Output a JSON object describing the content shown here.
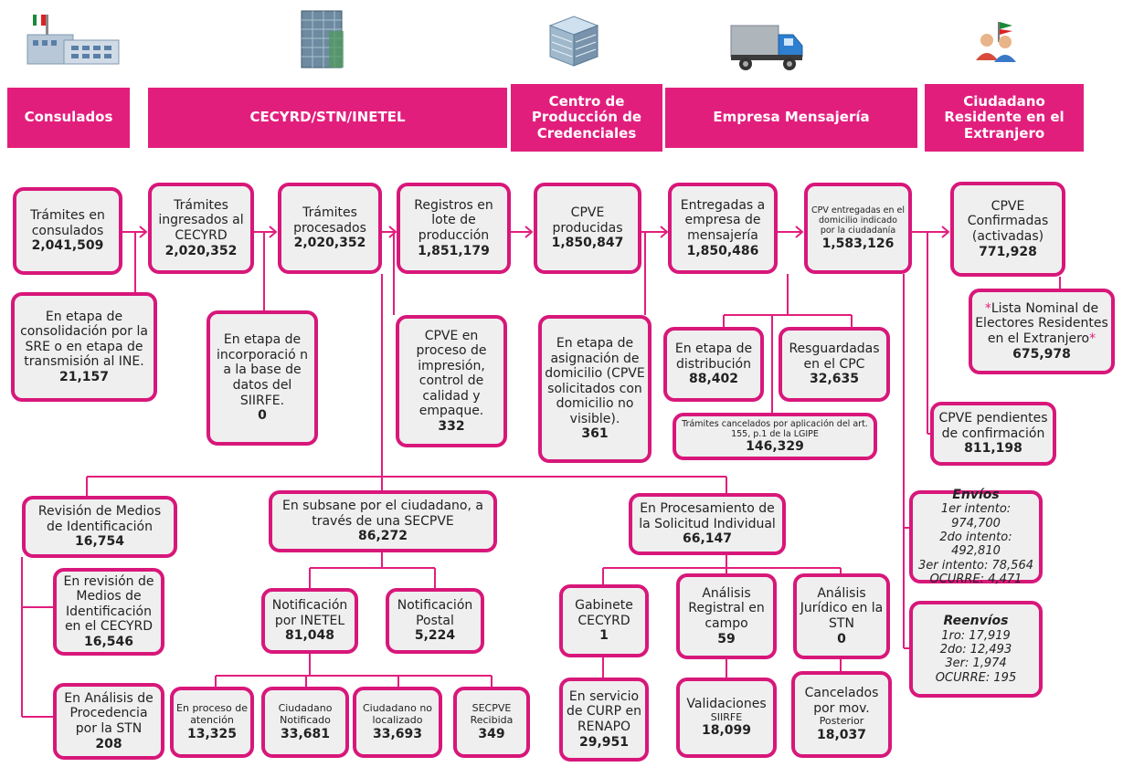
{
  "headers": {
    "consulados": "Consulados",
    "cecyrd": "CECYRD/STN/INETEL",
    "centro": "Centro de Producción de Credenciales",
    "empresa": "Empresa Mensajería",
    "ciudadano": "Ciudadano Residente en el Extranjero"
  },
  "top_row": [
    {
      "label": "Trámites en consulados",
      "value": "2,041,509"
    },
    {
      "label": "Trámites ingresados al CECYRD",
      "value": "2,020,352"
    },
    {
      "label": "Trámites procesados",
      "value": "2,020,352"
    },
    {
      "label": "Registros en lote de producción",
      "value": "1,851,179"
    },
    {
      "label": "CPVE producidas",
      "value": "1,850,847"
    },
    {
      "label": "Entregadas a empresa de mensajería",
      "value": "1,850,486"
    },
    {
      "label": "CPV entregadas en el domicilio indicado por la ciudadanía",
      "value": "1,583,126"
    },
    {
      "label": "CPVE Confirmadas (activadas)",
      "value": "771,928"
    }
  ],
  "consolidacion": {
    "label": "En etapa de consolidación por la SRE o en etapa de transmisión al INE.",
    "value": "21,157"
  },
  "incorporacion": {
    "label": "En etapa de incorporació n a la base de datos del SIIRFE.",
    "value": "0"
  },
  "impresion": {
    "label": "CPVE en proceso de impresión, control de calidad y empaque.",
    "value": "332"
  },
  "asignacion": {
    "label": "En etapa de asignación de domicilio (CPVE solicitados con domicilio no visible).",
    "value": "361"
  },
  "distribucion": {
    "label": "En etapa de distribución",
    "value": "88,402"
  },
  "resguardadas": {
    "label": "Resguardadas en el CPC",
    "value": "32,635"
  },
  "cancelados_155": {
    "label": "Trámites cancelados por aplicación del art. 155, p.1 de la LGIPE",
    "value": "146,329"
  },
  "lista_nominal": {
    "star": "*",
    "label": "Lista Nominal de Electores Residentes en el Extranjero",
    "value": "675,978"
  },
  "pendientes": {
    "label": "CPVE pendientes de confirmación",
    "value": "811,198"
  },
  "envios": {
    "title": "Envíos",
    "lines": [
      "1er intento: 974,700",
      "2do intento: 492,810",
      "3er intento: 78,564",
      "OCURRE: 4,471"
    ]
  },
  "reenvios": {
    "title": "Reenvíos",
    "lines": [
      "1ro: 17,919",
      "2do: 12,493",
      "3er: 1,974",
      "OCURRE: 195"
    ]
  },
  "revision_medios": {
    "label": "Revisión de Medios de Identificación",
    "value": "16,754"
  },
  "subsane": {
    "label": "En subsane por el ciudadano, a través de una SECPVE",
    "value": "86,272"
  },
  "procesamiento": {
    "label": "En Procesamiento de la Solicitud Individual",
    "value": "66,147"
  },
  "revision_cecyrd": {
    "label": "En revisión de Medios de Identificación en el CECYRD",
    "value": "16,546"
  },
  "analisis_procedencia": {
    "label": "En Análisis de Procedencia por la STN",
    "value": "208"
  },
  "notif_inetel": {
    "label": "Notificación por INETEL",
    "value": "81,048"
  },
  "notif_postal": {
    "label": "Notificación Postal",
    "value": "5,224"
  },
  "proceso_atencion": {
    "label": "En proceso de atención",
    "value": "13,325"
  },
  "ciud_notificado": {
    "label": "Ciudadano Notificado",
    "value": "33,681"
  },
  "ciud_no_localizado": {
    "label": "Ciudadano no localizado",
    "value": "33,693"
  },
  "secpve_recibida": {
    "label": "SECPVE Recibida",
    "value": "349"
  },
  "gabinete": {
    "label": "Gabinete CECYRD",
    "value": "1"
  },
  "analisis_registral": {
    "label": "Análisis Registral en campo",
    "value": "59"
  },
  "analisis_juridico": {
    "label": "Análisis Jurídico en la STN",
    "value": "0"
  },
  "servicio_curp": {
    "label": "En servicio de CURP en RENAPO",
    "value": "29,951"
  },
  "validaciones": {
    "label": "Validaciones",
    "sub": "SIIRFE",
    "value": "18,099"
  },
  "cancelados_mov": {
    "label": "Cancelados por mov.",
    "sub": "Posterior",
    "value": "18,037"
  },
  "icons": [
    "consulate-building-flag-icon",
    "office-building-icon",
    "production-building-icon",
    "delivery-truck-icon",
    "citizens-flag-icon"
  ],
  "colors": {
    "accent": "#e21e7d",
    "border": "#d8177a",
    "box_fill": "#efefef"
  }
}
